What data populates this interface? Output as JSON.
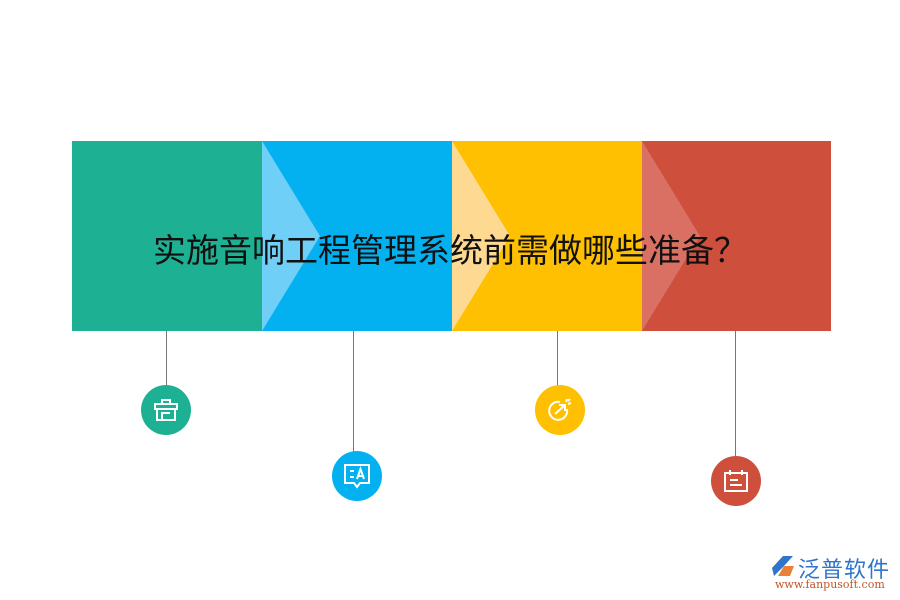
{
  "title": "实施音响工程管理系统前需做哪些准备？",
  "segments": [
    {
      "name": "step-1",
      "color": "#1db093",
      "chevron": null,
      "icon": "toolbox-icon"
    },
    {
      "name": "step-2",
      "color": "#03b1f1",
      "chevron": "#70cff6",
      "icon": "translate-chat-icon"
    },
    {
      "name": "step-3",
      "color": "#fec000",
      "chevron": "#fed992",
      "icon": "launch-arrow-icon"
    },
    {
      "name": "step-4",
      "color": "#cd4f3c",
      "chevron": "#d97063",
      "icon": "calendar-icon"
    }
  ],
  "logo": {
    "brand": "泛普软件",
    "url": "www.fanpusoft.com"
  }
}
